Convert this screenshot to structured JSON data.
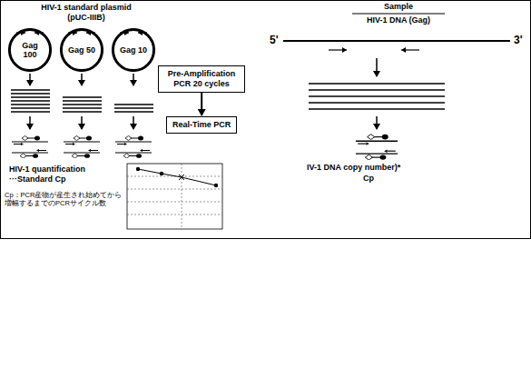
{
  "diagram": {
    "nodes": [
      {
        "text": [
          "Gag 100"
        ]
      },
      {
        "text": [
          "Gag 50"
        ]
      },
      {
        "text": [
          "Gag 10"
        ]
      },
      {
        "text": [
          "Pre-Amplification PCR 20 cycles"
        ]
      },
      {
        "text": [
          "Real-Time PCR"
        ]
      }
    ],
    "edges": [
      {
        "from": 3,
        "to": 4,
        "arrow": "to"
      }
    ],
    "labels": [
      "HIV-1 standard plasmid",
      "(pUC-IIIB)",
      "Sample",
      "HIV-1 DNA (Gag)",
      "5'",
      "3'",
      "HIV-1 quantification ···Standard Cp",
      "IV-1 DNA copy number)*",
      "Cp",
      "Cp：PCR産物が産生され始めてから増幅するまでのPCRサイクル数"
    ]
  }
}
